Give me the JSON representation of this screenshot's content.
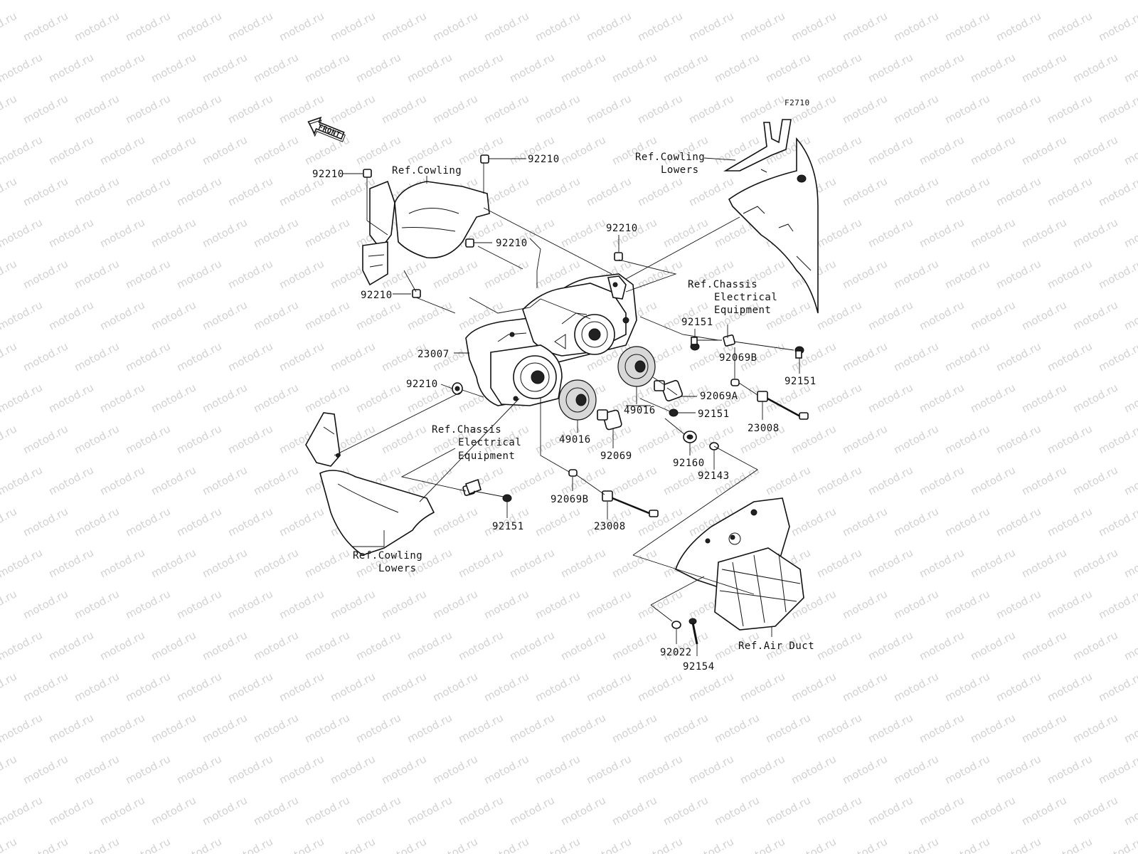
{
  "figure_code": "F2710",
  "front_arrow_label": "FRONT",
  "watermark_text": "motod.ru",
  "labels": {
    "ref_cowling": "Ref.Cowling",
    "ref_cowling_lowers_top_line1": "Ref.Cowling",
    "ref_cowling_lowers_top_line2": "Lowers",
    "ref_cowling_lowers_bottom_line1": "Ref.Cowling",
    "ref_cowling_lowers_bottom_line2": "Lowers",
    "ref_chassis_top_line1": "Ref.Chassis",
    "ref_chassis_top_line2": "Electrical",
    "ref_chassis_top_line3": "Equipment",
    "ref_chassis_bottom_line1": "Ref.Chassis",
    "ref_chassis_bottom_line2": "Electrical",
    "ref_chassis_bottom_line3": "Equipment",
    "ref_air_duct": "Ref.Air Duct"
  },
  "part_numbers": {
    "p92210_top": "92210",
    "p92210_left": "92210",
    "p92210_mid": "92210",
    "p92210_lower_left": "92210",
    "p92210_right": "92210",
    "p92210_housing": "92210",
    "p23007": "23007",
    "p92151_upper": "92151",
    "p92151_far_right": "92151",
    "p92151_mid": "92151",
    "p92151_lower": "92151",
    "p92069B_upper": "92069B",
    "p92069B_lower": "92069B",
    "p92069A": "92069A",
    "p92069": "92069",
    "p49016_right": "49016",
    "p49016_left": "49016",
    "p23008_right": "23008",
    "p23008_lower": "23008",
    "p92160": "92160",
    "p92143": "92143",
    "p92022": "92022",
    "p92154": "92154"
  }
}
